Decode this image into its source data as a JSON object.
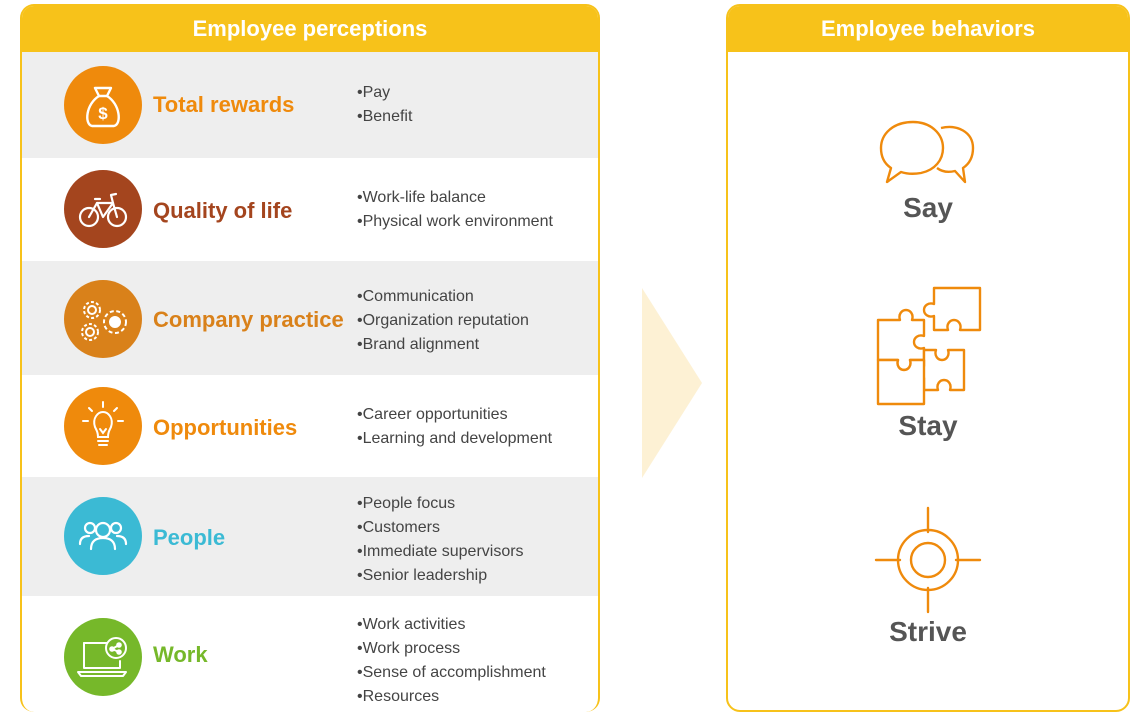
{
  "colors": {
    "accent_yellow": "#f7c21a",
    "orange": "#ef8a0c",
    "brown": "#a4451e",
    "dark_orange": "#d9811a",
    "teal": "#3bbad4",
    "green": "#76b82a",
    "shaded_row": "#eeeeee",
    "arrow": "#fdf1d4"
  },
  "left_panel": {
    "header": "Employee perceptions",
    "rows": [
      {
        "title": "Total rewards",
        "icon": "money-bag-icon",
        "color": "#ef8a0c",
        "bullets": [
          "Pay",
          "Benefit"
        ]
      },
      {
        "title": "Quality of life",
        "icon": "bicycle-icon",
        "color": "#a4451e",
        "bullets": [
          "Work-life balance",
          "Physical work environment"
        ]
      },
      {
        "title": "Company practice",
        "icon": "gears-icon",
        "color": "#d9811a",
        "bullets": [
          "Communication",
          "Organization reputation",
          "Brand alignment"
        ]
      },
      {
        "title": "Opportunities",
        "icon": "lightbulb-icon",
        "color": "#ef8a0c",
        "bullets": [
          "Career opportunities",
          "Learning and development"
        ]
      },
      {
        "title": "People",
        "icon": "people-icon",
        "color": "#3bbad4",
        "bullets": [
          "People focus",
          "Customers",
          "Immediate supervisors",
          "Senior leadership"
        ]
      },
      {
        "title": "Work",
        "icon": "laptop-share-icon",
        "color": "#76b82a",
        "bullets": [
          "Work activities",
          "Work process",
          "Sense of accomplishment",
          "Resources"
        ]
      }
    ]
  },
  "right_panel": {
    "header": "Employee behaviors",
    "behaviors": [
      {
        "label": "Say",
        "icon": "speech-bubbles-icon"
      },
      {
        "label": "Stay",
        "icon": "puzzle-icon"
      },
      {
        "label": "Strive",
        "icon": "target-icon"
      }
    ]
  }
}
